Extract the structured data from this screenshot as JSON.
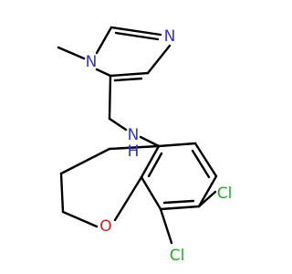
{
  "molecule": {
    "colors": {
      "bond": "#000000",
      "nitrogen": "#3333cc",
      "oxygen": "#cc2222",
      "chlorine": "#22aa22",
      "carbon": "#000000"
    },
    "atoms": {
      "n_amine": {
        "symbol": "N",
        "hydrogen": "H",
        "element": "nitrogen"
      },
      "n_imidazole_methyl": {
        "symbol": "N",
        "element": "nitrogen"
      },
      "n_imidazole": {
        "symbol": "N",
        "element": "nitrogen"
      },
      "o_ring": {
        "symbol": "O",
        "element": "oxygen"
      },
      "cl_upper": {
        "symbol": "Cl",
        "element": "chlorine"
      },
      "cl_lower": {
        "symbol": "Cl",
        "element": "chlorine"
      }
    }
  }
}
